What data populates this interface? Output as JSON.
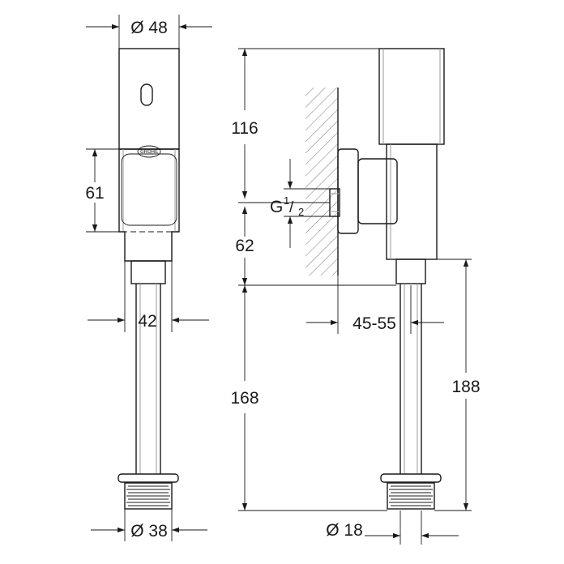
{
  "logo": {
    "text": "GROHE"
  },
  "dimensions": {
    "dia_48": "Ø 48",
    "h_61": "61",
    "w_42": "42",
    "dia_38": "Ø 38",
    "h_116": "116",
    "thread_g": "G",
    "thread_num": "1",
    "thread_slash": "/",
    "thread_den": "2",
    "h_62": "62",
    "range_45_55": "45-55",
    "h_168": "168",
    "h_188": "188",
    "dia_18": "Ø 18"
  }
}
